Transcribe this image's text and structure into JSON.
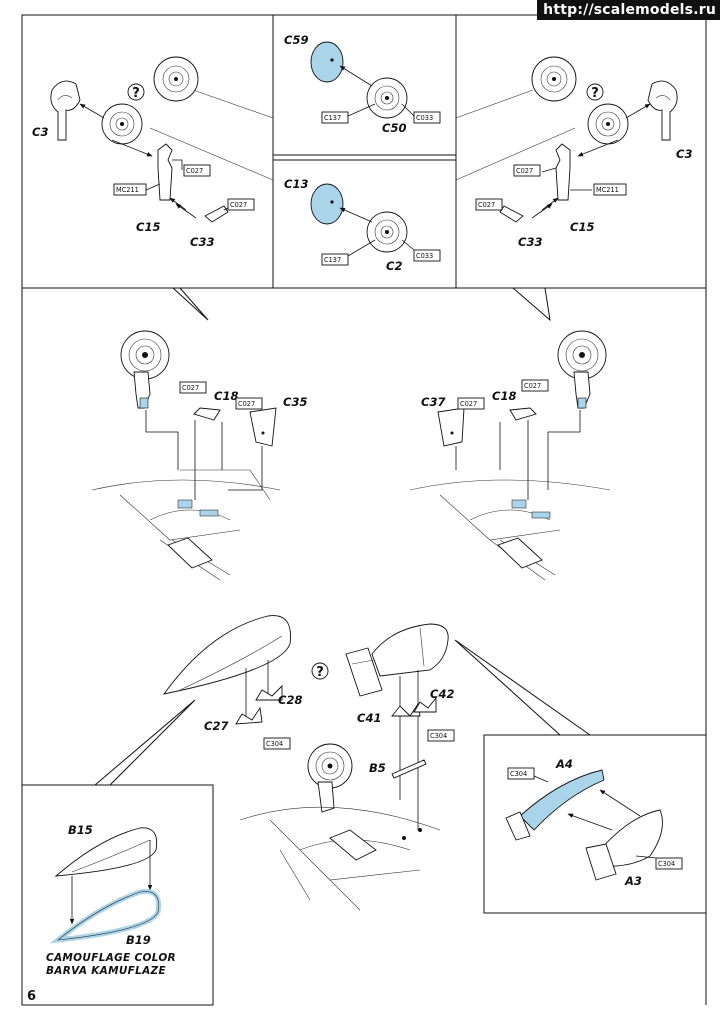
{
  "watermark": "http://scalemodels.ru",
  "page_number": "6",
  "notes": {
    "line1": "CAMOUFLAGE COLOR",
    "line2": "BARVA KAMUFLAZE"
  },
  "colors": {
    "pe_part": "#a9d4ea",
    "ink": "#111111",
    "paper": "#ffffff"
  },
  "labels": {
    "c59": "C59",
    "c137_a": "C137",
    "c50": "C50",
    "c033_a": "C033",
    "c13": "C13",
    "c137_b": "C137",
    "c2": "C2",
    "c033_b": "C033",
    "c3_l": "C3",
    "c027_l1": "C027",
    "mc211_l": "MC211",
    "c027_l2": "C027",
    "c15_l": "C15",
    "c33_l": "C33",
    "c3_r": "C3",
    "c027_r1": "C027",
    "mc211_r": "MC211",
    "c027_r2": "C027",
    "c15_r": "C15",
    "c33_r": "C33",
    "c027_m1": "C027",
    "c18_l": "C18",
    "c027_m2": "C027",
    "c35": "C35",
    "c37": "C37",
    "c027_m3": "C027",
    "c18_r": "C18",
    "c027_m4": "C027",
    "c28": "C28",
    "c27": "C27",
    "c304_a": "C304",
    "c42": "C42",
    "c41": "C41",
    "c304_b": "C304",
    "b5": "B5",
    "a4": "A4",
    "c304_c": "C304",
    "c304_d": "C304",
    "a3": "A3",
    "b15": "B15",
    "b19": "B19",
    "q1": "?",
    "q2": "?",
    "q3": "?"
  }
}
